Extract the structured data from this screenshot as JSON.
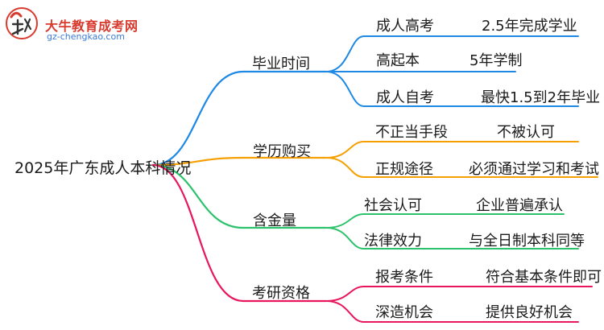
{
  "logo": {
    "title": "大牛教育成考网",
    "url": "gz-chengkao.com",
    "colors": {
      "red": "#d83a2e",
      "blue": "#3a7bd5"
    }
  },
  "root": {
    "label": "2025年广东成人本科情况"
  },
  "branches": [
    {
      "label": "毕业时间",
      "color": "#1e88e5",
      "children": [
        {
          "label": "成人高考",
          "detail": "2.5年完成学业"
        },
        {
          "label": "高起本",
          "detail": "5年学制"
        },
        {
          "label": "成人自考",
          "detail": "最快1.5到2年毕业"
        }
      ]
    },
    {
      "label": "学历购买",
      "color": "#f5a000",
      "children": [
        {
          "label": "不正当手段",
          "detail": "不被认可"
        },
        {
          "label": "正规途径",
          "detail": "必须通过学习和考试"
        }
      ]
    },
    {
      "label": "含金量",
      "color": "#2cc26b",
      "children": [
        {
          "label": "社会认可",
          "detail": "企业普遍承认"
        },
        {
          "label": "法律效力",
          "detail": "与全日制本科同等"
        }
      ]
    },
    {
      "label": "考研资格",
      "color": "#e8175d",
      "children": [
        {
          "label": "报考条件",
          "detail": "符合基本条件即可"
        },
        {
          "label": "深造机会",
          "detail": "提供良好机会"
        }
      ]
    }
  ]
}
